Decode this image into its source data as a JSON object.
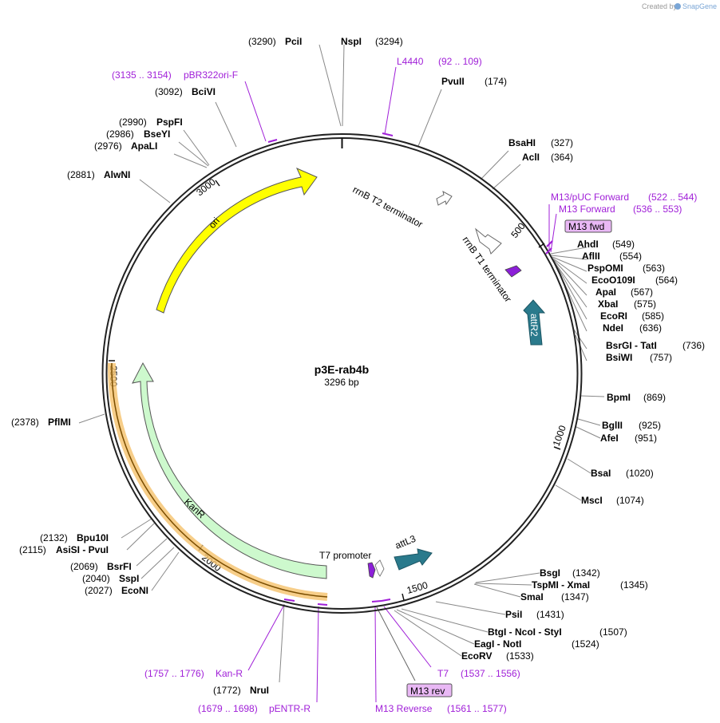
{
  "credit": {
    "prefix": "Created by",
    "brand": "SnapGene"
  },
  "plasmid": {
    "name": "p3E-rab4b",
    "length_label": "3296 bp"
  },
  "colors": {
    "backbone": "#222222",
    "primer": "#a01fd8",
    "ori": "#ffff00",
    "kanr": "#cdf9cd",
    "kan_promoter": "#f5c26b",
    "att": "#2a7a8c",
    "terminator": "#ffffff",
    "primer_box": "#e9b8f5"
  },
  "ticks": [
    "500",
    "1000",
    "1500",
    "2000",
    "2500",
    "3000"
  ],
  "sites_right": [
    {
      "pos": "(174)",
      "name": "PvuII"
    },
    {
      "pos": "(327)",
      "name": "BsaHI"
    },
    {
      "pos": "(364)",
      "name": "AclI"
    },
    {
      "pos": "(549)",
      "name": "AhdI"
    },
    {
      "pos": "(554)",
      "name": "AflII"
    },
    {
      "pos": "(563)",
      "name": "PspOMI"
    },
    {
      "pos": "(564)",
      "name": "EcoO109I"
    },
    {
      "pos": "(567)",
      "name": "ApaI"
    },
    {
      "pos": "(575)",
      "name": "XbaI"
    },
    {
      "pos": "(585)",
      "name": "EcoRI"
    },
    {
      "pos": "(636)",
      "name": "NdeI"
    },
    {
      "pos": "(736)",
      "name": "BsrGI  -  TatI"
    },
    {
      "pos": "(757)",
      "name": "BsiWI"
    },
    {
      "pos": "(869)",
      "name": "BpmI"
    },
    {
      "pos": "(925)",
      "name": "BglII"
    },
    {
      "pos": "(951)",
      "name": "AfeI"
    },
    {
      "pos": "(1020)",
      "name": "BsaI"
    },
    {
      "pos": "(1074)",
      "name": "MscI"
    },
    {
      "pos": "(1342)",
      "name": "BsgI"
    },
    {
      "pos": "(1345)",
      "name": "TspMI  -  XmaI"
    },
    {
      "pos": "(1347)",
      "name": "SmaI"
    },
    {
      "pos": "(1431)",
      "name": "PsiI"
    },
    {
      "pos": "(1507)",
      "name": "BtgI  -  NcoI  -  StyI"
    },
    {
      "pos": "(1524)",
      "name": "EagI  -  NotI"
    },
    {
      "pos": "(1533)",
      "name": "EcoRV"
    }
  ],
  "sites_left": [
    {
      "pos": "(3290)",
      "name": "PciI"
    },
    {
      "pos": "(3294)",
      "name": "NspI"
    },
    {
      "pos": "(3092)",
      "name": "BciVI"
    },
    {
      "pos": "(2990)",
      "name": "PspFI"
    },
    {
      "pos": "(2986)",
      "name": "BseYI"
    },
    {
      "pos": "(2976)",
      "name": "ApaLI"
    },
    {
      "pos": "(2881)",
      "name": "AlwNI"
    },
    {
      "pos": "(2378)",
      "name": "PflMI"
    },
    {
      "pos": "(2132)",
      "name": "Bpu10I"
    },
    {
      "pos": "(2115)",
      "name": "AsiSI  -  PvuI"
    },
    {
      "pos": "(2069)",
      "name": "BsrFI"
    },
    {
      "pos": "(2040)",
      "name": "SspI"
    },
    {
      "pos": "(2027)",
      "name": "EcoNI"
    },
    {
      "pos": "(1772)",
      "name": "NruI"
    }
  ],
  "primers": [
    {
      "name": "L4440",
      "range": "(92 .. 109)"
    },
    {
      "name": "pBR322ori-F",
      "range": "(3135 .. 3154)"
    },
    {
      "name": "M13/pUC Forward",
      "range": "(522 .. 544)"
    },
    {
      "name": "M13 Forward",
      "range": "(536 .. 553)"
    },
    {
      "name": "Kan-R",
      "range": "(1757 .. 1776)"
    },
    {
      "name": "pENTR-R",
      "range": "(1679 .. 1698)"
    },
    {
      "name": "T7",
      "range": "(1537 .. 1556)"
    },
    {
      "name": "M13 Reverse",
      "range": "(1561 .. 1577)"
    }
  ],
  "primer_boxes": {
    "fwd": "M13 fwd",
    "rev": "M13 rev"
  },
  "features": {
    "ori": "ori",
    "kanr": "KanR",
    "attr2": "attR2",
    "attl3": "attL3",
    "t7_promoter": "T7 promoter",
    "rrnb_t2": "rrnB T2 terminator",
    "rrnb_t1": "rrnB T1 terminator"
  }
}
